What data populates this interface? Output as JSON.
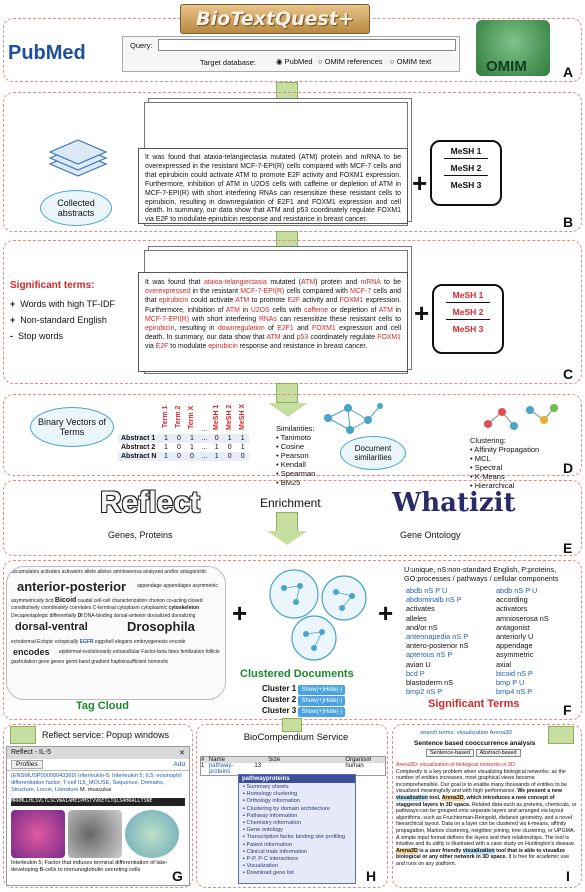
{
  "colors": {
    "accent_red": "#d02a2a",
    "panel_border": "#e58a8a",
    "arrow_green": "#c6dea0",
    "link_blue": "#1f5fb3",
    "node_blue": "#4aa3c8",
    "term_green": "#1b8a2e"
  },
  "header": {
    "title": "BioTextQuest+",
    "pubmed_logo": "PubMed",
    "omim_logo": "OMIM",
    "query_label": "Query:",
    "target_label": "Target database:",
    "radios": [
      "PubMed",
      "OMIM references",
      "OMIM text"
    ],
    "selected": "PubMed"
  },
  "panels": {
    "a": "A",
    "b": "B",
    "c": "C",
    "d": "D",
    "e": "E",
    "f": "F",
    "g": "G",
    "h": "H",
    "i": "I"
  },
  "panel_b": {
    "collected": "Collected abstracts",
    "abstract_text": "It was found that ataxia-telangiectasia mutated (ATM) protein and mRNA to be overexpressed in the resistant MCF-7-EPI(R) cells compared with MCF-7 cells and that epirubicin could activate ATM to promote E2F activity and FOXM1 expression. Furthermore, inhibition of ATM in U2OS cells with caffeine or depletion of ATM in MCF-7-EPI(R) with short interfering RNAs can resensitize these resistant cells to epirubicin, resulting in downregulation of E2F1 and FOXM1 expression and cell death. In summary, our data show that ATM and p53 coordinately regulate FOXM1 via E2F to modulate epirubicin response and resistance in breast cancer.",
    "mesh": [
      "MeSH 1",
      "MeSH 2",
      "MeSH 3"
    ]
  },
  "panel_c": {
    "title": "Significant terms:",
    "items": [
      {
        "sym": "+",
        "text": "Words with high TF-IDF"
      },
      {
        "sym": "+",
        "text": "Non-standard English"
      },
      {
        "sym": "-",
        "text": "Stop words"
      }
    ]
  },
  "panel_d": {
    "binary_title": "Binary Vectors of Terms",
    "cols": [
      "Term 1",
      "Term 2",
      "Term X",
      "...",
      "MeSH 1",
      "MeSH 2",
      "MeSH X"
    ],
    "rows": [
      {
        "name": "Abstract 1",
        "vals": [
          "1",
          "0",
          "1",
          "...",
          "0",
          "1",
          "1"
        ]
      },
      {
        "name": "Abstract 2",
        "vals": [
          "1",
          "0",
          "1",
          "...",
          "1",
          "0",
          "1"
        ]
      },
      {
        "name": "Abstract N",
        "vals": [
          "1",
          "0",
          "0",
          "...",
          "1",
          "0",
          "0"
        ]
      }
    ],
    "sim_title": "Similarities:",
    "sims": [
      "Tanimoto",
      "Cosine",
      "Pearson",
      "Kendall",
      "Spearman",
      "BM25"
    ],
    "doc_sim": "Document similarities",
    "clust_title": "Clustering:",
    "clusts": [
      "Affinity Propagation",
      "MCL",
      "Spectral",
      "K-Means",
      "Hierarchical"
    ]
  },
  "panel_e": {
    "reflect": "Reflect",
    "reflect_sub": "Genes, Proteins",
    "enrichment": "Enrichment",
    "whatizit": "Whatizit",
    "whatizit_sub": "Gene Ontology"
  },
  "panel_f": {
    "tag_cloud": "Tag Cloud",
    "clustered": "Clustered Documents",
    "clusters": [
      "Cluster 1",
      "Cluster 2",
      "Cluster 3"
    ],
    "show_hide": "Show(+)Hide(-)",
    "sig_title": "Significant Terms",
    "legend": "U:unique, nS:non-standard English, P:proteins, GO:processes / pathways / cellular components",
    "left_terms": [
      "abdb nS P U",
      "abdominalb nS P",
      "activates",
      "alleles",
      "and/or nS",
      "antennapedia nS P",
      "antero-posterior nS",
      "apterous nS P",
      "avian U",
      "bcd P",
      "blastoderm nS",
      "bmp2 nS P"
    ],
    "right_terms": [
      "abdb nS P U",
      "according",
      "activators",
      "amnioserosa nS",
      "antagonist",
      "anteriorly U",
      "appendage",
      "asymmetric",
      "axial",
      "bicoid nS P",
      "bmp P U",
      "bmp4 nS P"
    ],
    "tags_big": [
      "anterior-posterior",
      "dorsal-ventral",
      "Drosophila",
      "encodes"
    ]
  },
  "panel_g": {
    "title": "Reflect service: Popup windows",
    "window_title": "Reflect - IL-5",
    "tab1": "Profiles",
    "tab2": "Add",
    "info": "(ENSMUSP00000043369) Interleukin-5; Interleukin 5; IL5; eosinophil differentiation factor; T-cell IL5_MOUSE, Sequence, Domains, Structure, Locus, Literature",
    "species": "M. musculus",
    "footer": "Interleukin 5; Factor that induces terminal differentiation of late-developing B-cells to immunoglobulin secreting cells"
  },
  "panel_h": {
    "title": "BioCompendium Service",
    "cols": [
      "#",
      "Name",
      "Size",
      "Organism"
    ],
    "row": [
      "1",
      "pathway-proteins",
      "13",
      "human"
    ],
    "menu_title": "pathwayproteins",
    "menu": [
      "Summary sheets",
      "Homology clustering",
      "Orthology information",
      "Clustering by domain architecture",
      "Pathway information",
      "Chemistry information",
      "Gene ontology",
      "Transcription factor binding site profiling",
      "Patent information",
      "Clinical trials information",
      "P-P, P-C interactions",
      "Visualization",
      "Download gene list"
    ]
  },
  "panel_i": {
    "search": "search terms: visualization Arena3D",
    "heading": "Sentence based cooccurrence analysis",
    "btn1": "Sentence-based",
    "btn2": "Abstract-based",
    "paper": "Arena3D: visualization of biological networks in 3D."
  }
}
